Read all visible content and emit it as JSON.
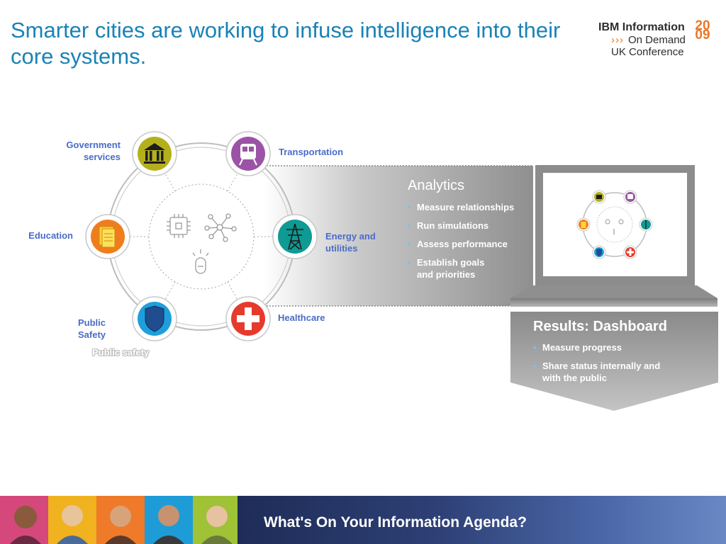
{
  "slide": {
    "title": "Smarter cities are working to infuse intelligence into their core systems."
  },
  "logo": {
    "line1": "IBM Information",
    "arrows": "›››",
    "line2": "On Demand",
    "line3": "UK Conference",
    "year": "2009"
  },
  "systems": [
    {
      "label": "Government services",
      "color": "#b4b01c",
      "icon": "building-icon"
    },
    {
      "label": "Transportation",
      "color": "#9b53a6",
      "icon": "train-icon"
    },
    {
      "label": "Energy and utilities",
      "color": "#0f9a94",
      "icon": "power-tower-icon"
    },
    {
      "label": "Healthcare",
      "color": "#e63a2c",
      "icon": "cross-icon"
    },
    {
      "label": "Public Safety",
      "color": "#1e9fdb",
      "icon": "shield-icon"
    },
    {
      "label": "Education",
      "color": "#f07d1d",
      "icon": "book-icon"
    }
  ],
  "ghost_label": "Public safety",
  "analytics": {
    "heading": "Analytics",
    "items": [
      "Measure relationships",
      "Run simulations",
      "Assess performance",
      "Establish goals and priorities"
    ]
  },
  "results": {
    "heading": "Results: Dashboard",
    "items": [
      "Measure progress",
      "Share status internally and with the public"
    ]
  },
  "footer": {
    "tagline": "What's On Your Information Agenda?"
  },
  "colors": {
    "title_blue": "#1a82b7",
    "label_blue": "#4a6cc8",
    "bullet_blue": "#6ec6ec",
    "panel_gray": "#9a9a9a",
    "accent_orange": "#e8782b"
  }
}
